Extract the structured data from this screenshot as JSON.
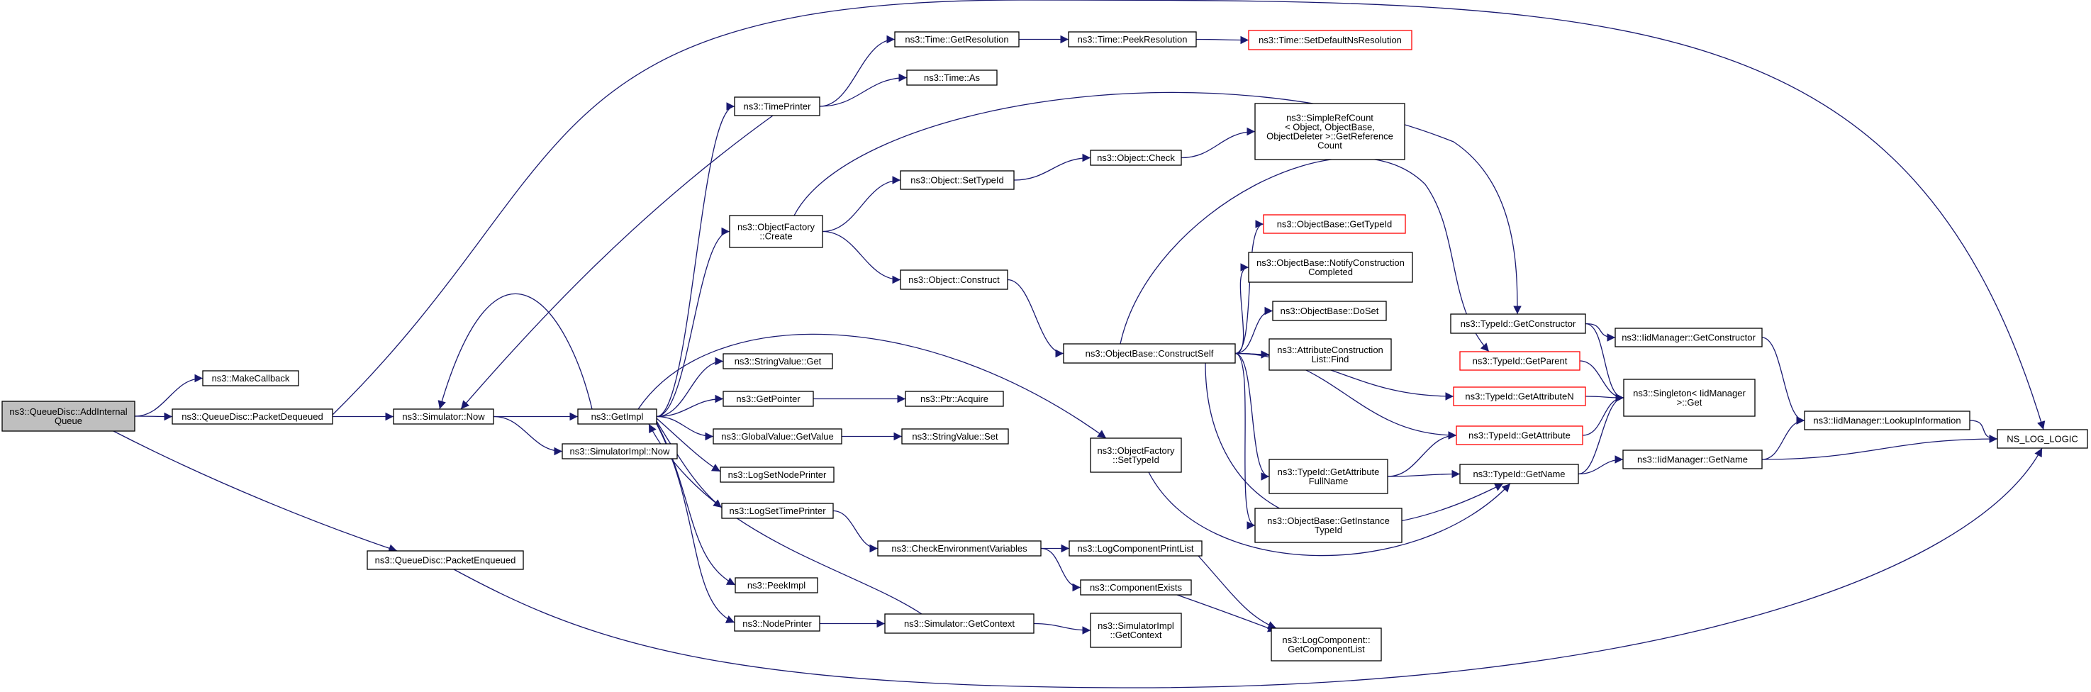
{
  "graph": {
    "edge_color": "#191970",
    "node_border": "#000000",
    "highlight_border": "#ff0000",
    "root_fill": "#bfbfbf",
    "nodes": [
      {
        "id": "root",
        "label": [
          "ns3::QueueDisc::AddInternal",
          "Queue"
        ],
        "style": "root"
      },
      {
        "id": "mkcb",
        "label": [
          "ns3::MakeCallback"
        ]
      },
      {
        "id": "pdeq",
        "label": [
          "ns3::QueueDisc::PacketDequeued"
        ]
      },
      {
        "id": "penq",
        "label": [
          "ns3::QueueDisc::PacketEnqueued"
        ]
      },
      {
        "id": "simnow",
        "label": [
          "ns3::Simulator::Now"
        ]
      },
      {
        "id": "getimpl",
        "label": [
          "ns3::GetImpl"
        ]
      },
      {
        "id": "simimplnow",
        "label": [
          "ns3::SimulatorImpl::Now"
        ]
      },
      {
        "id": "timeprinter",
        "label": [
          "ns3::TimePrinter"
        ]
      },
      {
        "id": "getres",
        "label": [
          "ns3::Time::GetResolution"
        ]
      },
      {
        "id": "peekres",
        "label": [
          "ns3::Time::PeekResolution"
        ]
      },
      {
        "id": "setdef",
        "label": [
          "ns3::Time::SetDefaultNsResolution"
        ],
        "style": "red"
      },
      {
        "id": "timeas",
        "label": [
          "ns3::Time::As"
        ]
      },
      {
        "id": "ofcreate",
        "label": [
          "ns3::ObjectFactory",
          "::Create"
        ]
      },
      {
        "id": "settypeid",
        "label": [
          "ns3::Object::SetTypeId"
        ]
      },
      {
        "id": "objcheck",
        "label": [
          "ns3::Object::Check"
        ]
      },
      {
        "id": "refcount",
        "label": [
          "ns3::SimpleRefCount",
          "< Object, ObjectBase,",
          "ObjectDeleter >::GetReference",
          "Count"
        ]
      },
      {
        "id": "objconstruct",
        "label": [
          "ns3::Object::Construct"
        ]
      },
      {
        "id": "constructself",
        "label": [
          "ns3::ObjectBase::ConstructSelf"
        ]
      },
      {
        "id": "obgettypeid",
        "label": [
          "ns3::ObjectBase::GetTypeId"
        ],
        "style": "red"
      },
      {
        "id": "notify",
        "label": [
          "ns3::ObjectBase::NotifyConstruction",
          "Completed"
        ]
      },
      {
        "id": "doset",
        "label": [
          "ns3::ObjectBase::DoSet"
        ]
      },
      {
        "id": "acfind",
        "label": [
          "ns3::AttributeConstruction",
          "List::Find"
        ]
      },
      {
        "id": "tidgetattrfull",
        "label": [
          "ns3::TypeId::GetAttribute",
          "FullName"
        ]
      },
      {
        "id": "getinst",
        "label": [
          "ns3::ObjectBase::GetInstance",
          "TypeId"
        ]
      },
      {
        "id": "strget",
        "label": [
          "ns3::StringValue::Get"
        ]
      },
      {
        "id": "getptr",
        "label": [
          "ns3::GetPointer"
        ]
      },
      {
        "id": "ptracq",
        "label": [
          "ns3::Ptr::Acquire"
        ]
      },
      {
        "id": "gvget",
        "label": [
          "ns3::GlobalValue::GetValue"
        ]
      },
      {
        "id": "strset",
        "label": [
          "ns3::StringValue::Set"
        ]
      },
      {
        "id": "lsnp",
        "label": [
          "ns3::LogSetNodePrinter"
        ]
      },
      {
        "id": "lstp",
        "label": [
          "ns3::LogSetTimePrinter"
        ]
      },
      {
        "id": "checkenv",
        "label": [
          "ns3::CheckEnvironmentVariables"
        ]
      },
      {
        "id": "lcpl",
        "label": [
          "ns3::LogComponentPrintList"
        ]
      },
      {
        "id": "compexists",
        "label": [
          "ns3::ComponentExists"
        ]
      },
      {
        "id": "lcgetlist",
        "label": [
          "ns3::LogComponent::",
          "GetComponentList"
        ]
      },
      {
        "id": "peekimpl",
        "label": [
          "ns3::PeekImpl"
        ]
      },
      {
        "id": "nodeprinter",
        "label": [
          "ns3::NodePrinter"
        ]
      },
      {
        "id": "simgetctx",
        "label": [
          "ns3::Simulator::GetContext"
        ]
      },
      {
        "id": "simimplctx",
        "label": [
          "ns3::SimulatorImpl",
          "::GetContext"
        ]
      },
      {
        "id": "ofsettid",
        "label": [
          "ns3::ObjectFactory",
          "::SetTypeId"
        ]
      },
      {
        "id": "tidgetctor",
        "label": [
          "ns3::TypeId::GetConstructor"
        ]
      },
      {
        "id": "tidgetparent",
        "label": [
          "ns3::TypeId::GetParent"
        ],
        "style": "red"
      },
      {
        "id": "tidgetattrn",
        "label": [
          "ns3::TypeId::GetAttributeN"
        ],
        "style": "red"
      },
      {
        "id": "tidgetattr",
        "label": [
          "ns3::TypeId::GetAttribute"
        ],
        "style": "red"
      },
      {
        "id": "tidgetname",
        "label": [
          "ns3::TypeId::GetName"
        ]
      },
      {
        "id": "singleton",
        "label": [
          "ns3::Singleton< IidManager",
          ">::Get"
        ]
      },
      {
        "id": "iidgetctor",
        "label": [
          "ns3::IidManager::GetConstructor"
        ]
      },
      {
        "id": "iidlookup",
        "label": [
          "ns3::IidManager::LookupInformation"
        ]
      },
      {
        "id": "iidgetname",
        "label": [
          "ns3::IidManager::GetName"
        ]
      },
      {
        "id": "nslog",
        "label": [
          "NS_LOG_LOGIC"
        ]
      }
    ],
    "edges": [
      [
        "root",
        "mkcb"
      ],
      [
        "root",
        "pdeq"
      ],
      [
        "root",
        "penq"
      ],
      [
        "pdeq",
        "simnow"
      ],
      [
        "pdeq",
        "nslog"
      ],
      [
        "penq",
        "nslog"
      ],
      [
        "simnow",
        "getimpl"
      ],
      [
        "simnow",
        "simimplnow"
      ],
      [
        "getimpl",
        "timeprinter"
      ],
      [
        "getimpl",
        "ofcreate"
      ],
      [
        "getimpl",
        "strget"
      ],
      [
        "getimpl",
        "getptr"
      ],
      [
        "getimpl",
        "gvget"
      ],
      [
        "getimpl",
        "lsnp"
      ],
      [
        "getimpl",
        "lstp"
      ],
      [
        "getimpl",
        "peekimpl"
      ],
      [
        "getimpl",
        "nodeprinter"
      ],
      [
        "getimpl",
        "ofsettid"
      ],
      [
        "getimpl",
        "simnow"
      ],
      [
        "timeprinter",
        "getres"
      ],
      [
        "timeprinter",
        "timeas"
      ],
      [
        "timeprinter",
        "simnow"
      ],
      [
        "getres",
        "peekres"
      ],
      [
        "peekres",
        "setdef"
      ],
      [
        "ofcreate",
        "settypeid"
      ],
      [
        "ofcreate",
        "objconstruct"
      ],
      [
        "ofcreate",
        "tidgetctor"
      ],
      [
        "settypeid",
        "objcheck"
      ],
      [
        "objcheck",
        "refcount"
      ],
      [
        "objconstruct",
        "constructself"
      ],
      [
        "constructself",
        "obgettypeid"
      ],
      [
        "constructself",
        "notify"
      ],
      [
        "constructself",
        "doset"
      ],
      [
        "constructself",
        "acfind"
      ],
      [
        "constructself",
        "tidgetattrfull"
      ],
      [
        "constructself",
        "getinst"
      ],
      [
        "constructself",
        "tidgetparent"
      ],
      [
        "constructself",
        "tidgetattrn"
      ],
      [
        "constructself",
        "tidgetattr"
      ],
      [
        "constructself",
        "tidgetname"
      ],
      [
        "getptr",
        "ptracq"
      ],
      [
        "gvget",
        "strset"
      ],
      [
        "lstp",
        "checkenv"
      ],
      [
        "checkenv",
        "lcpl"
      ],
      [
        "checkenv",
        "compexists"
      ],
      [
        "lcpl",
        "lcgetlist"
      ],
      [
        "compexists",
        "lcgetlist"
      ],
      [
        "nodeprinter",
        "simgetctx"
      ],
      [
        "simgetctx",
        "simimplctx"
      ],
      [
        "simgetctx",
        "getimpl"
      ],
      [
        "ofsettid",
        "tidgetname"
      ],
      [
        "tidgetattrfull",
        "tidgetattr"
      ],
      [
        "tidgetattrfull",
        "tidgetname"
      ],
      [
        "tidgetctor",
        "iidgetctor"
      ],
      [
        "tidgetctor",
        "singleton"
      ],
      [
        "tidgetparent",
        "singleton"
      ],
      [
        "tidgetattrn",
        "singleton"
      ],
      [
        "tidgetattr",
        "singleton"
      ],
      [
        "tidgetname",
        "singleton"
      ],
      [
        "tidgetname",
        "iidgetname"
      ],
      [
        "iidgetctor",
        "iidlookup"
      ],
      [
        "iidgetname",
        "iidlookup"
      ],
      [
        "iidgetname",
        "nslog"
      ],
      [
        "iidlookup",
        "nslog"
      ]
    ]
  }
}
